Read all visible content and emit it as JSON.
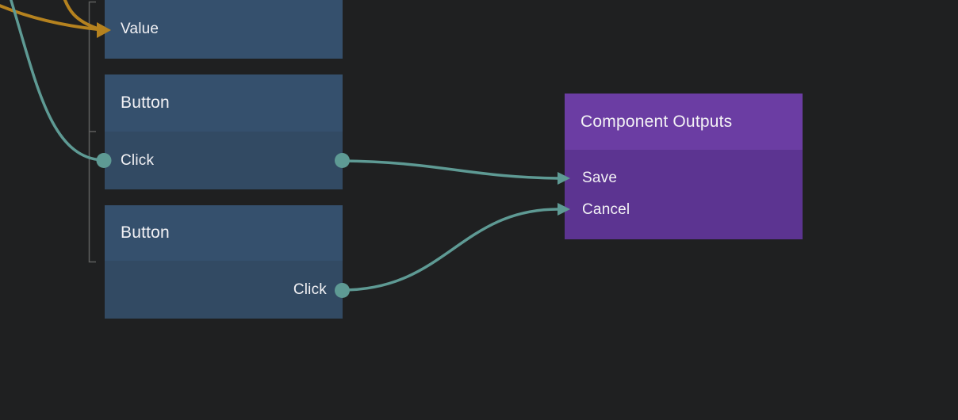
{
  "nodes": {
    "value": {
      "input_label": "Value"
    },
    "button_top": {
      "title": "Button",
      "output_label": "Click"
    },
    "button_bottom": {
      "title": "Button",
      "output_label": "Click"
    },
    "component_outputs": {
      "title": "Component Outputs",
      "input_save": "Save",
      "input_cancel": "Cancel"
    }
  },
  "edges": [
    {
      "name": "edge-into-value",
      "color": "orange",
      "to": "Value",
      "endcap": "arrowhead"
    },
    {
      "name": "edge-into-value-2",
      "color": "orange",
      "to": "Value",
      "endcap": "arrowhead"
    },
    {
      "name": "edge-into-click",
      "color": "teal",
      "to": "Click",
      "endcap": "port-dot"
    },
    {
      "name": "edge-click-to-save",
      "color": "teal",
      "from": "Click",
      "to": "Save",
      "endcap": "arrowhead"
    },
    {
      "name": "edge-click-to-cancel",
      "color": "teal",
      "from": "Click",
      "to": "Cancel",
      "endcap": "arrowhead"
    }
  ],
  "colors": {
    "background": "#1f2021",
    "node_header_blue": "#35506d",
    "node_body_blue": "#324a63",
    "node_header_purple": "#6b3da3",
    "node_body_purple": "#5c3491",
    "edge_teal": "#5e9a94",
    "edge_orange": "#b5821f",
    "guide_gray": "#5e5e5e",
    "text": "#f3f2f5"
  }
}
